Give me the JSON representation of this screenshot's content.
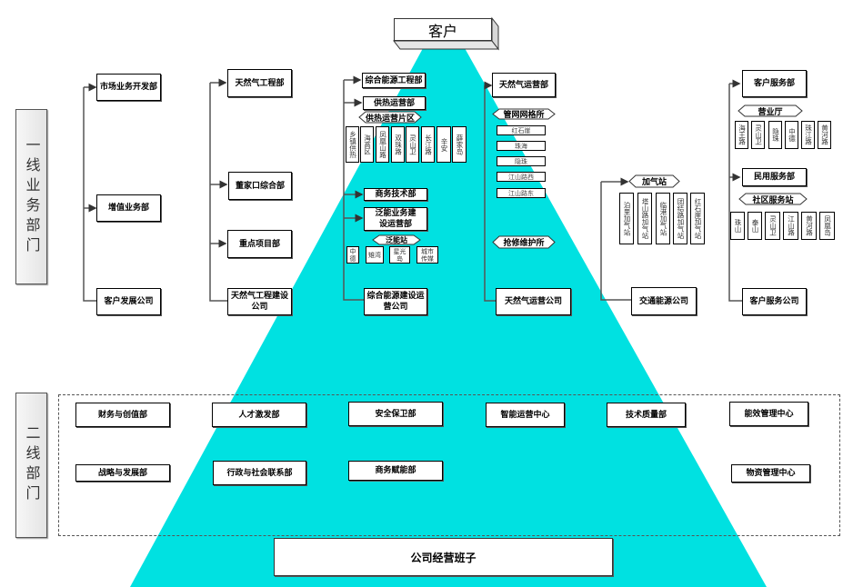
{
  "colors": {
    "pyramid": "#00e1e1",
    "border": "#000000",
    "connector": "#555555"
  },
  "top": {
    "client": "客户"
  },
  "sidebars": {
    "first_line": "一线业务部门",
    "second_line": "二线部门"
  },
  "col1": {
    "market_dev": "市场业务开发部",
    "value_added": "增值业务部",
    "customer_dev": "客户发展公司"
  },
  "col2": {
    "gas_engineering": "天然气工程部",
    "dongjiakou": "董家口综合部",
    "key_projects": "重点项目部",
    "gas_construction": "天然气工程建设公司"
  },
  "col3": {
    "energy_engineering": "综合能源工程部",
    "heating_ops": "供热运营部",
    "heating_area_label": "供热运营片区",
    "heating_areas": [
      "乡镇供热",
      "海高区",
      "凤凰山路",
      "双珠路",
      "灵山卫",
      "长江路",
      "辛安",
      "薛家岛"
    ],
    "business_tech": "商务技术部",
    "pan_energy": "泛能业务建设运营部",
    "pan_energy_station_label": "泛能站",
    "pan_energy_stations": [
      "中德",
      "雉湾",
      "星光岛",
      "城市传媒"
    ],
    "energy_construction": "综合能源建设运营公司"
  },
  "col4": {
    "gas_ops_dept": "天然气运营部",
    "grid_label": "管网网格所",
    "grid_units": [
      "红石崖",
      "珠海",
      "隐珠",
      "江山路西",
      "江山路东"
    ],
    "repair_label": "抢修维护所",
    "gas_ops_company": "天然气运营公司"
  },
  "col5": {
    "station_label": "加气站",
    "stations": [
      "泊里加气站",
      "塔山路加气站",
      "临港加气站",
      "团结路加气站",
      "红石崖加气站"
    ],
    "transport_energy": "交通能源公司"
  },
  "col6": {
    "customer_service_dept": "客户服务部",
    "hall_label": "营业厅",
    "halls": [
      "海王路",
      "灵山卫",
      "隐珠",
      "中德",
      "珠江路",
      "黄河路"
    ],
    "civil_service": "民用服务部",
    "community_label": "社区服务站",
    "community_stations": [
      "珠山",
      "泰山",
      "灵山卫",
      "江山路",
      "黄河路",
      "凤凰岛"
    ],
    "customer_service_company": "客户服务公司"
  },
  "second_line": {
    "row1": [
      "财务与创值部",
      "人才激发部",
      "安全保卫部",
      "智能运营中心",
      "技术质量部",
      "能效管理中心"
    ],
    "row2": [
      "战略与发展部",
      "行政与社会联系部",
      "商务赋能部",
      "物资管理中心"
    ]
  },
  "management": "公司经营班子"
}
